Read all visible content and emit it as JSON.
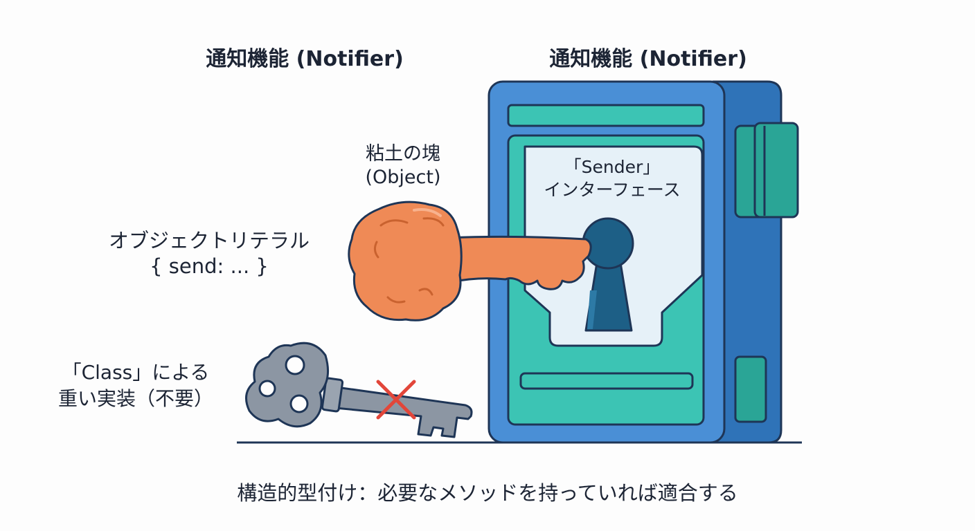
{
  "titles": {
    "left": "通知機能 (Notifier)",
    "right": "通知機能 (Notifier)"
  },
  "clay": {
    "line1": "粘土の塊",
    "line2": "(Object)"
  },
  "literal": {
    "line1": "オブジェクトリテラル",
    "line2": "{ send: ... }"
  },
  "class_key": {
    "line1": "「Class」による",
    "line2": "重い実装（不要）"
  },
  "interface": {
    "line1": "「Sender」",
    "line2": "インターフェース"
  },
  "caption": "構造的型付け：必要なメソッドを持っていれば適合する",
  "colors": {
    "lock_body": "#4a8fd6",
    "lock_side": "#2f73b8",
    "outline": "#1e3556",
    "teal": "#3cc4b4",
    "teal_dark": "#2aa596",
    "panel": "#e6f1f8",
    "keyhole": "#1d5f86",
    "clay": "#ef8a56",
    "clay_dark": "#c9622f",
    "old_key": "#8c96a3",
    "cross": "#e2463a"
  }
}
